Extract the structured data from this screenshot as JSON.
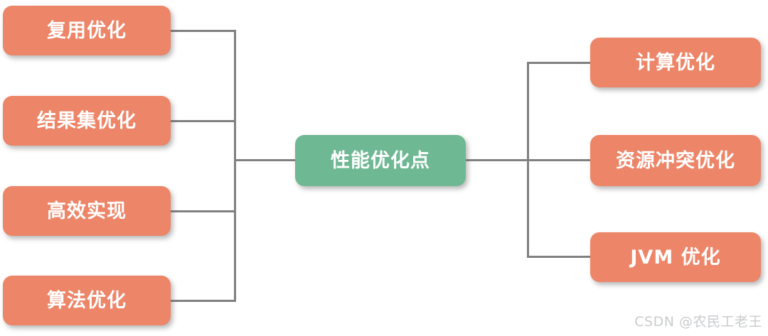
{
  "diagram": {
    "title": "性能优化点",
    "type": "mind-map",
    "colors": {
      "branch_fill": "#ED8568",
      "root_fill": "#6FB894",
      "connector": "#808080",
      "node_text": "#FFFFFF",
      "background": "#FFFFFF",
      "watermark_text": "#C9CBCD"
    },
    "root": {
      "label": "性能优化点"
    },
    "left_branches": [
      {
        "label": "复用优化"
      },
      {
        "label": "结果集优化"
      },
      {
        "label": "高效实现"
      },
      {
        "label": "算法优化"
      }
    ],
    "right_branches": [
      {
        "label": "计算优化"
      },
      {
        "label": "资源冲突优化"
      },
      {
        "label": "JVM 优化"
      }
    ]
  },
  "watermark": {
    "text": "CSDN @农民工老王"
  }
}
